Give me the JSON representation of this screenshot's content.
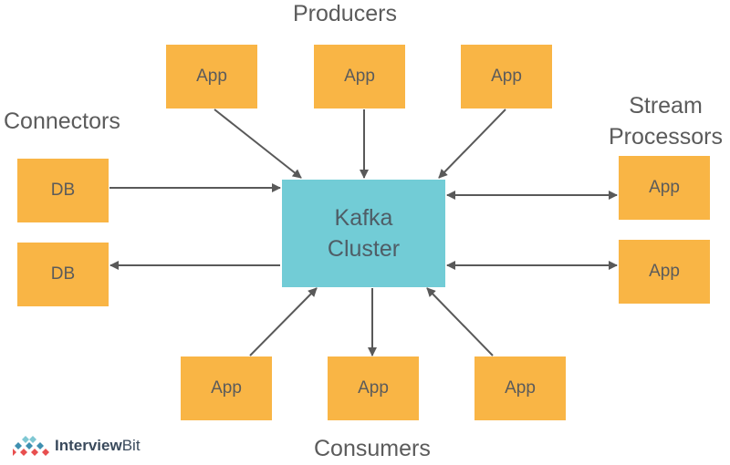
{
  "headings": {
    "producers": "Producers",
    "connectors": "Connectors",
    "stream_processors_line1": "Stream",
    "stream_processors_line2": "Processors",
    "consumers": "Consumers"
  },
  "center": {
    "line1": "Kafka",
    "line2": "Cluster"
  },
  "producers": [
    "App",
    "App",
    "App"
  ],
  "connectors": [
    "DB",
    "DB"
  ],
  "stream_processors": [
    "App",
    "App"
  ],
  "consumers": [
    "App",
    "App",
    "App"
  ],
  "brand": {
    "name_bold": "Interview",
    "name_rest": "Bit"
  },
  "colors": {
    "node": "#f9b545",
    "cluster": "#72ccd6",
    "arrow": "#595959"
  }
}
